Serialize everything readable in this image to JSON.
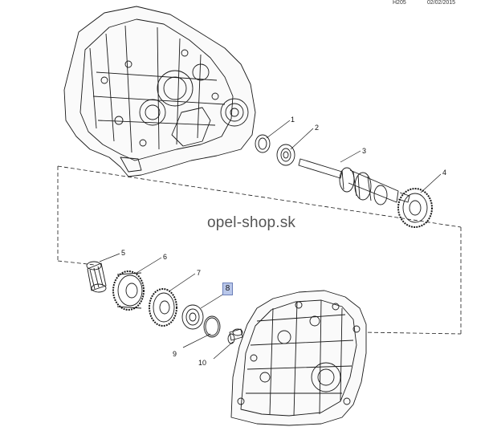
{
  "header": {
    "code": "H205",
    "date": "02/02/2015"
  },
  "watermark": "opel-shop.sk",
  "highlighted_part": "8",
  "callouts": [
    "1",
    "2",
    "3",
    "4",
    "5",
    "6",
    "7",
    "9",
    "10"
  ],
  "colors": {
    "line": "#1a1a1a",
    "highlight_fill": "#b9c7ea",
    "highlight_border": "#6b7fb8"
  }
}
